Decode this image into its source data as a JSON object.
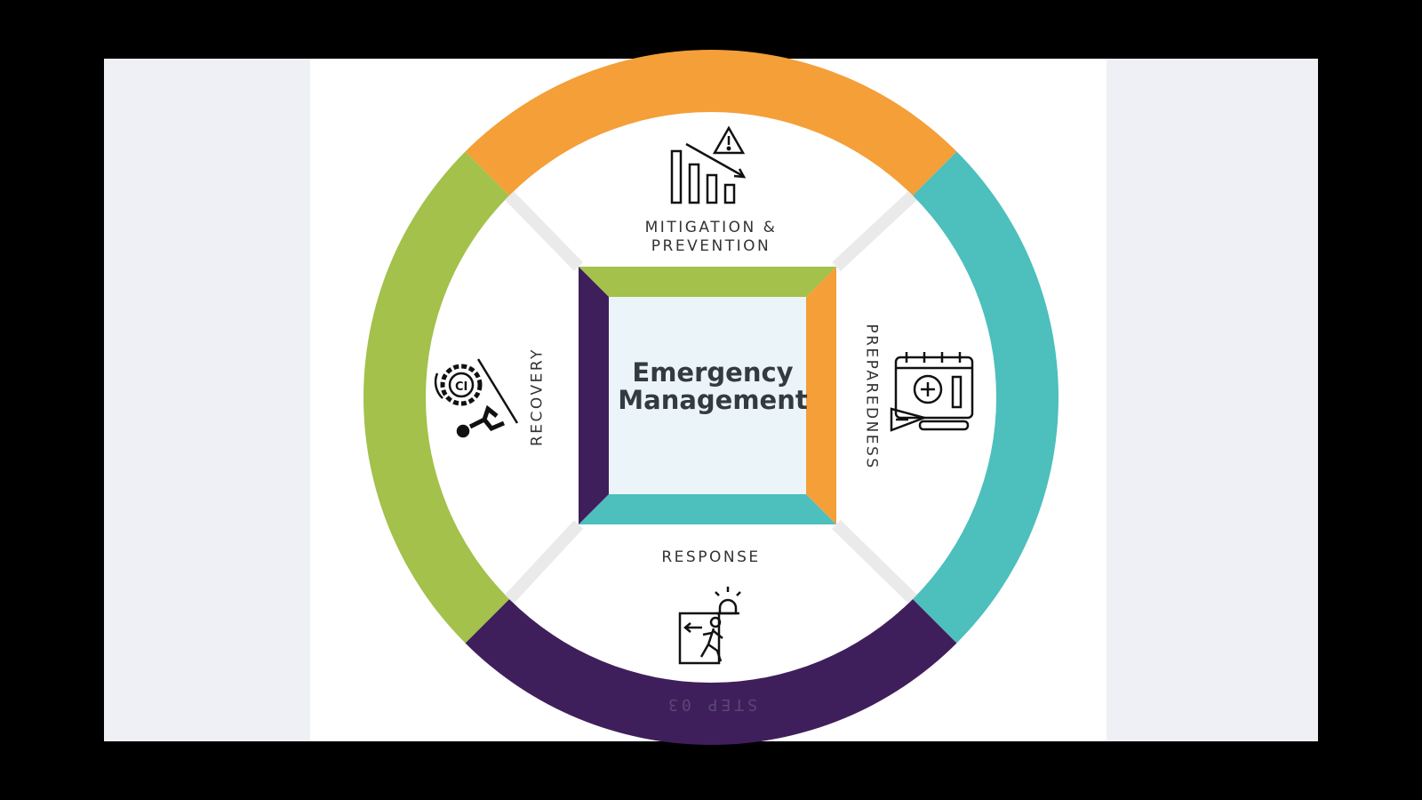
{
  "center_title": {
    "line1": "Emergency",
    "line2": "Management"
  },
  "phases": [
    {
      "label_line1": "MITIGATION &",
      "label_line2": "PREVENTION",
      "icon": "declining-chart-warning-icon",
      "color": "#f49f38"
    },
    {
      "label": "PREPAREDNESS",
      "icon": "calendar-medical-plan-icon",
      "color": "#4dbfbd"
    },
    {
      "label": "RESPONSE",
      "icon": "emergency-exit-alarm-icon",
      "color": "#3f1f5b"
    },
    {
      "label": "RECOVERY",
      "icon": "gear-person-recovery-icon",
      "color": "#a3c14b"
    }
  ],
  "ring_caption": "STEP 03"
}
